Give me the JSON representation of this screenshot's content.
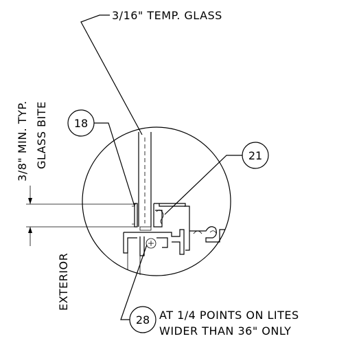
{
  "callouts": {
    "glass": "3/16\" TEMP. GLASS",
    "bite_dim": "3/8\" MIN. TYP.",
    "bite_label": "GLASS BITE",
    "exterior": "EXTERIOR",
    "note_line1": "AT 1/4 POINTS ON LITES",
    "note_line2": "WIDER THAN 36\" ONLY"
  },
  "tags": {
    "t18": "18",
    "t21": "21",
    "t28": "28"
  }
}
